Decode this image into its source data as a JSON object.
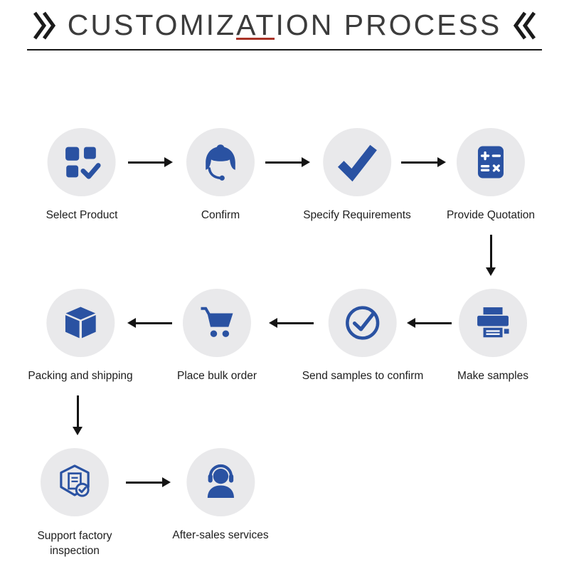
{
  "title": {
    "text": "CUSTOMIZATION PROCESS",
    "left_mark_icon": "double-chevron-right-icon",
    "right_mark_icon": "double-chevron-left-icon"
  },
  "colors": {
    "icon_blue": "#2a52a2",
    "circle_bg": "#e9e9eb",
    "arrow_black": "#141414",
    "title_color": "#3c3c3c",
    "label_color": "#1d1d1d",
    "accent_red": "#a93226"
  },
  "steps": [
    {
      "label": "Select Product",
      "icon": "product-grid-check-icon"
    },
    {
      "label": "Confirm",
      "icon": "customer-service-agent-icon"
    },
    {
      "label": "Specify Requirements",
      "icon": "checkmark-icon"
    },
    {
      "label": "Provide Quotation",
      "icon": "calculator-icon"
    },
    {
      "label": "Make samples",
      "icon": "printer-icon"
    },
    {
      "label": "Send samples to confirm",
      "icon": "check-circle-icon"
    },
    {
      "label": "Place bulk order",
      "icon": "shopping-cart-icon"
    },
    {
      "label": "Packing and shipping",
      "icon": "package-box-icon"
    },
    {
      "label": "Support factory inspection",
      "icon": "factory-inspection-icon"
    },
    {
      "label": "After-sales services",
      "icon": "headset-support-icon"
    }
  ]
}
